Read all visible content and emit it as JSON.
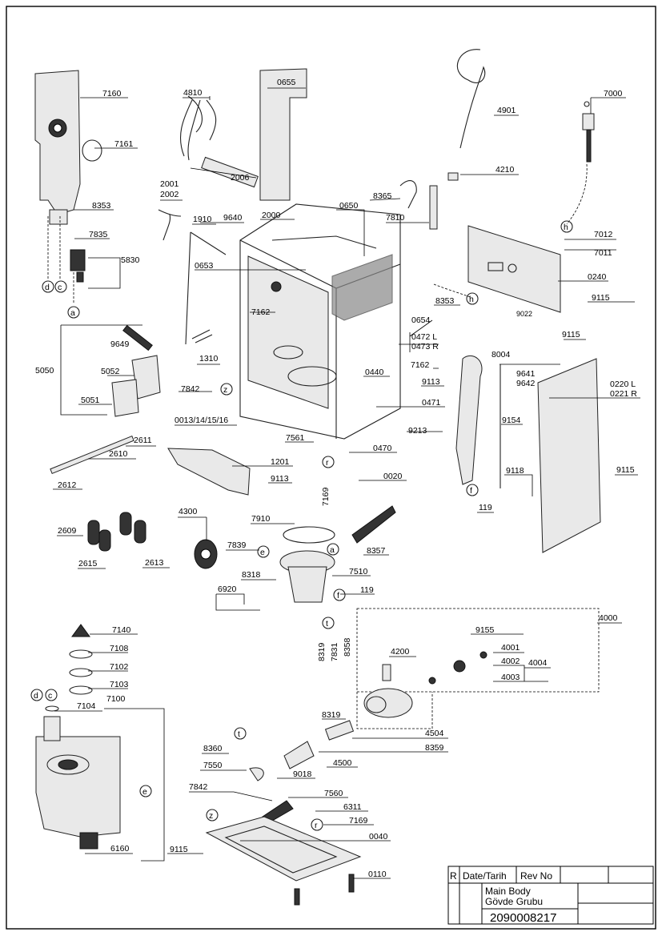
{
  "part_labels": [
    {
      "id": "p7160",
      "text": "7160"
    },
    {
      "id": "p7161",
      "text": "7161"
    },
    {
      "id": "p8353a",
      "text": "8353"
    },
    {
      "id": "p7835",
      "text": "7835"
    },
    {
      "id": "p5830",
      "text": "5830"
    },
    {
      "id": "p4810",
      "text": "4810"
    },
    {
      "id": "p2006",
      "text": "2006"
    },
    {
      "id": "p0655",
      "text": "0655"
    },
    {
      "id": "p2001",
      "text": "2001"
    },
    {
      "id": "p2002",
      "text": "2002"
    },
    {
      "id": "p1910",
      "text": "1910"
    },
    {
      "id": "p9640",
      "text": "9640"
    },
    {
      "id": "p2000",
      "text": "2000"
    },
    {
      "id": "p0650",
      "text": "0650"
    },
    {
      "id": "p0653",
      "text": "0653"
    },
    {
      "id": "p7162a",
      "text": "7162"
    },
    {
      "id": "p4901",
      "text": "4901"
    },
    {
      "id": "p7000",
      "text": "7000"
    },
    {
      "id": "p4210",
      "text": "4210"
    },
    {
      "id": "p8365",
      "text": "8365"
    },
    {
      "id": "p7810",
      "text": "7810"
    },
    {
      "id": "p7012",
      "text": "7012"
    },
    {
      "id": "p7011",
      "text": "7011"
    },
    {
      "id": "p0240",
      "text": "0240"
    },
    {
      "id": "p8353b",
      "text": "8353"
    },
    {
      "id": "p9022",
      "text": "9022"
    },
    {
      "id": "p9115a",
      "text": "9115"
    },
    {
      "id": "p0654",
      "text": "0654"
    },
    {
      "id": "p0472",
      "text": "0472 L"
    },
    {
      "id": "p0473",
      "text": "0473 R"
    },
    {
      "id": "p9649",
      "text": "9649"
    },
    {
      "id": "p5050",
      "text": "5050"
    },
    {
      "id": "p5052",
      "text": "5052"
    },
    {
      "id": "p5051",
      "text": "5051"
    },
    {
      "id": "p1310",
      "text": "1310"
    },
    {
      "id": "p7842a",
      "text": "7842"
    },
    {
      "id": "p0013",
      "text": "0013/14/15/16"
    },
    {
      "id": "p0440",
      "text": "0440"
    },
    {
      "id": "p7162b",
      "text": "7162"
    },
    {
      "id": "p9113a",
      "text": "9113"
    },
    {
      "id": "p0471",
      "text": "0471"
    },
    {
      "id": "p8004",
      "text": "8004"
    },
    {
      "id": "p9115b",
      "text": "9115"
    },
    {
      "id": "p9641",
      "text": "9641"
    },
    {
      "id": "p9642",
      "text": "9642"
    },
    {
      "id": "p0220",
      "text": "0220 L"
    },
    {
      "id": "p0221",
      "text": "0221 R"
    },
    {
      "id": "p9154",
      "text": "9154"
    },
    {
      "id": "p7561",
      "text": "7561"
    },
    {
      "id": "p9213",
      "text": "9213"
    },
    {
      "id": "p0470",
      "text": "0470"
    },
    {
      "id": "p2611",
      "text": "2611"
    },
    {
      "id": "p2610",
      "text": "2610"
    },
    {
      "id": "p2612",
      "text": "2612"
    },
    {
      "id": "p1201",
      "text": "1201"
    },
    {
      "id": "p9113b",
      "text": "9113"
    },
    {
      "id": "p7169a",
      "text": "7169"
    },
    {
      "id": "p0020",
      "text": "0020"
    },
    {
      "id": "p9118",
      "text": "9118"
    },
    {
      "id": "p9115c",
      "text": "9115"
    },
    {
      "id": "p119a",
      "text": "119"
    },
    {
      "id": "p4300",
      "text": "4300"
    },
    {
      "id": "p7910",
      "text": "7910"
    },
    {
      "id": "p8357",
      "text": "8357"
    },
    {
      "id": "p2609",
      "text": "2609"
    },
    {
      "id": "p2615",
      "text": "2615"
    },
    {
      "id": "p2613",
      "text": "2613"
    },
    {
      "id": "p7839",
      "text": "7839"
    },
    {
      "id": "p8318",
      "text": "8318"
    },
    {
      "id": "p7510",
      "text": "7510"
    },
    {
      "id": "p6920",
      "text": "6920"
    },
    {
      "id": "p119b",
      "text": "119"
    },
    {
      "id": "p4000",
      "text": "4000"
    },
    {
      "id": "p9155",
      "text": "9155"
    },
    {
      "id": "p4001",
      "text": "4001"
    },
    {
      "id": "p4002",
      "text": "4002"
    },
    {
      "id": "p4004",
      "text": "4004"
    },
    {
      "id": "p4003",
      "text": "4003"
    },
    {
      "id": "p7140",
      "text": "7140"
    },
    {
      "id": "p7108",
      "text": "7108"
    },
    {
      "id": "p7102",
      "text": "7102"
    },
    {
      "id": "p7103",
      "text": "7103"
    },
    {
      "id": "p7104",
      "text": "7104"
    },
    {
      "id": "p7100",
      "text": "7100"
    },
    {
      "id": "p8319a",
      "text": "8319"
    },
    {
      "id": "p7831",
      "text": "7831"
    },
    {
      "id": "p8358",
      "text": "8358"
    },
    {
      "id": "p4200",
      "text": "4200"
    },
    {
      "id": "p8319b",
      "text": "8319"
    },
    {
      "id": "p4504",
      "text": "4504"
    },
    {
      "id": "p8359",
      "text": "8359"
    },
    {
      "id": "p8360",
      "text": "8360"
    },
    {
      "id": "p7550",
      "text": "7550"
    },
    {
      "id": "p9018",
      "text": "9018"
    },
    {
      "id": "p4500",
      "text": "4500"
    },
    {
      "id": "p7842b",
      "text": "7842"
    },
    {
      "id": "p7560",
      "text": "7560"
    },
    {
      "id": "p6311",
      "text": "6311"
    },
    {
      "id": "p7169b",
      "text": "7169"
    },
    {
      "id": "p0040",
      "text": "0040"
    },
    {
      "id": "p6160",
      "text": "6160"
    },
    {
      "id": "p9115d",
      "text": "9115"
    },
    {
      "id": "p0110",
      "text": "0110"
    }
  ],
  "callouts": [
    {
      "id": "c_d1",
      "text": "d"
    },
    {
      "id": "c_c1",
      "text": "c"
    },
    {
      "id": "c_a",
      "text": "a"
    },
    {
      "id": "c_z1",
      "text": "z"
    },
    {
      "id": "c_h1",
      "text": "h"
    },
    {
      "id": "c_h2",
      "text": "h"
    },
    {
      "id": "c_r1",
      "text": "r"
    },
    {
      "id": "c_f1",
      "text": "f"
    },
    {
      "id": "c_e1",
      "text": "e"
    },
    {
      "id": "c_a2",
      "text": "a"
    },
    {
      "id": "c_f2",
      "text": "f"
    },
    {
      "id": "c_t1",
      "text": "t"
    },
    {
      "id": "c_d2",
      "text": "d"
    },
    {
      "id": "c_c2",
      "text": "c"
    },
    {
      "id": "c_e2",
      "text": "e"
    },
    {
      "id": "c_t2",
      "text": "t"
    },
    {
      "id": "c_z2",
      "text": "z"
    },
    {
      "id": "c_r2",
      "text": "r"
    }
  ],
  "title_block": {
    "rev_mark": "R",
    "date_label": "Date/Tarih",
    "rev_no_label": "Rev No",
    "title_en": "Main Body",
    "title_tr": "Gövde Grubu",
    "drawing_number": "2090008217"
  }
}
